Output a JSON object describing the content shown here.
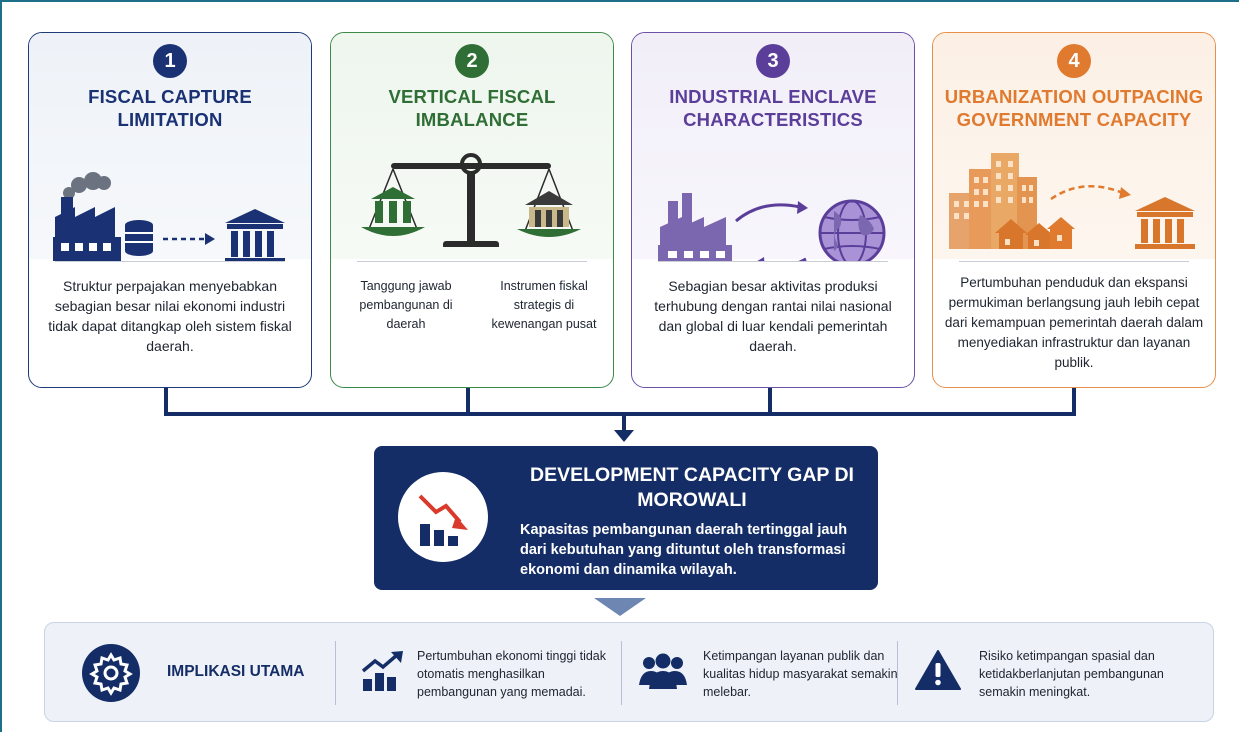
{
  "cards": [
    {
      "number": "1",
      "title": "FISCAL CAPTURE LIMITATION",
      "description": "Struktur perpajakan menyebabkan sebagian besar nilai ekonomi industri tidak dapat ditangkap oleh sistem fiskal daerah.",
      "icon": "factory-to-government-icon"
    },
    {
      "number": "2",
      "title": "VERTICAL FISCAL IMBALANCE",
      "left_label": "Tanggung jawab pembangunan di daerah",
      "right_label": "Instrumen fiskal strategis di kewenangan pusat",
      "icon": "balance-scale-icon"
    },
    {
      "number": "3",
      "title": "INDUSTRIAL ENCLAVE CHARACTERISTICS",
      "description": "Sebagian besar aktivitas produksi terhubung dengan rantai nilai nasional dan global di luar kendali pemerintah daerah.",
      "icon": "factory-globe-icon"
    },
    {
      "number": "4",
      "title": "URBANIZATION OUTPACING GOVERNMENT CAPACITY",
      "description": "Pertumbuhan penduduk dan ekspansi permukiman berlangsung jauh lebih cepat dari kemampuan pemerintah daerah dalam menyediakan infrastruktur dan layanan publik.",
      "icon": "city-to-government-icon"
    }
  ],
  "gap": {
    "title": "DEVELOPMENT CAPACITY GAP DI MOROWALI",
    "description": "Kapasitas pembangunan daerah tertinggal jauh dari kebutuhan yang dituntut oleh transformasi ekonomi dan dinamika wilayah.",
    "icon": "declining-chart-icon"
  },
  "implications": {
    "title": "IMPLIKASI UTAMA",
    "icon": "gear-icon",
    "items": [
      {
        "text": "Pertumbuhan ekonomi tinggi tidak otomatis menghasilkan pembangunan yang memadai.",
        "icon": "growth-chart-icon"
      },
      {
        "text": "Ketimpangan layanan publik dan kualitas hidup masyarakat semakin melebar.",
        "icon": "people-icon"
      },
      {
        "text": "Risiko ketimpangan spasial dan ketidakberlanjutan pembangunan semakin meningkat.",
        "icon": "warning-icon"
      }
    ]
  },
  "colors": {
    "navy": "#142d66",
    "green": "#2f6e34",
    "purple": "#5b3e9a",
    "orange": "#e07a2f"
  }
}
